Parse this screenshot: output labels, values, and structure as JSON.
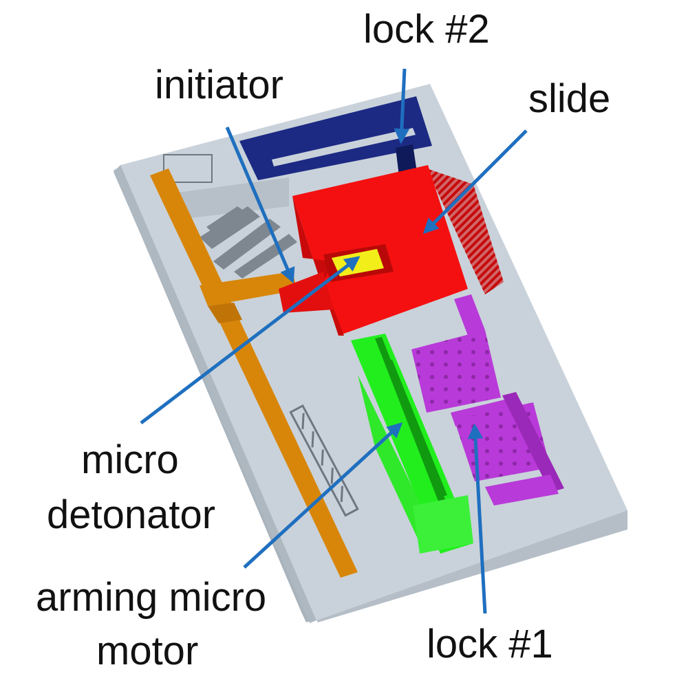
{
  "labels": {
    "lock2": "lock #2",
    "initiator": "initiator",
    "slide": "slide",
    "micro_detonator_line1": "micro",
    "micro_detonator_line2": "detonator",
    "arming_motor_line1": "arming micro",
    "arming_motor_line2": "motor",
    "lock1": "lock #1"
  },
  "colors": {
    "substrate_top": "#c9d2da",
    "substrate_side": "#a9b3bc",
    "lock2": "#1c2a84",
    "slide": "#f41010",
    "slide_dark": "#c80a0a",
    "initiator_channel": "#d8860a",
    "detonator": "#f2ee1a",
    "arming_motor": "#22ee1e",
    "lock1": "#b83ad8",
    "pointer_arrow": "#1f6fbf"
  }
}
